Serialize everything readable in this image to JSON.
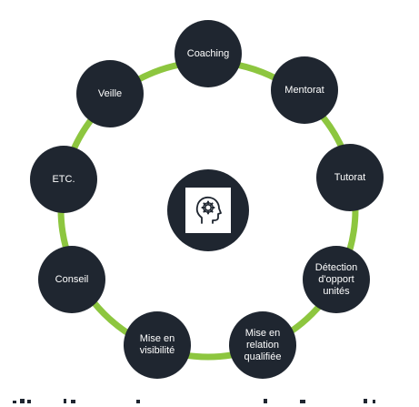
{
  "diagram": {
    "ring_color": "#8dc63f",
    "node_color": "#1f2630",
    "text_color": "#ffffff",
    "nodes": [
      {
        "label": "Coaching"
      },
      {
        "label": "Mentorat"
      },
      {
        "label": "Tutorat"
      },
      {
        "label": "Détection\nd'opport\nunités"
      },
      {
        "label": "Mise en\nrelation\nqualifiée"
      },
      {
        "label": "Mise en\nvisibilité"
      },
      {
        "label": "Conseil"
      },
      {
        "label": "ETC."
      },
      {
        "label": "Veille"
      }
    ],
    "center_icon": "head-gear-icon"
  }
}
